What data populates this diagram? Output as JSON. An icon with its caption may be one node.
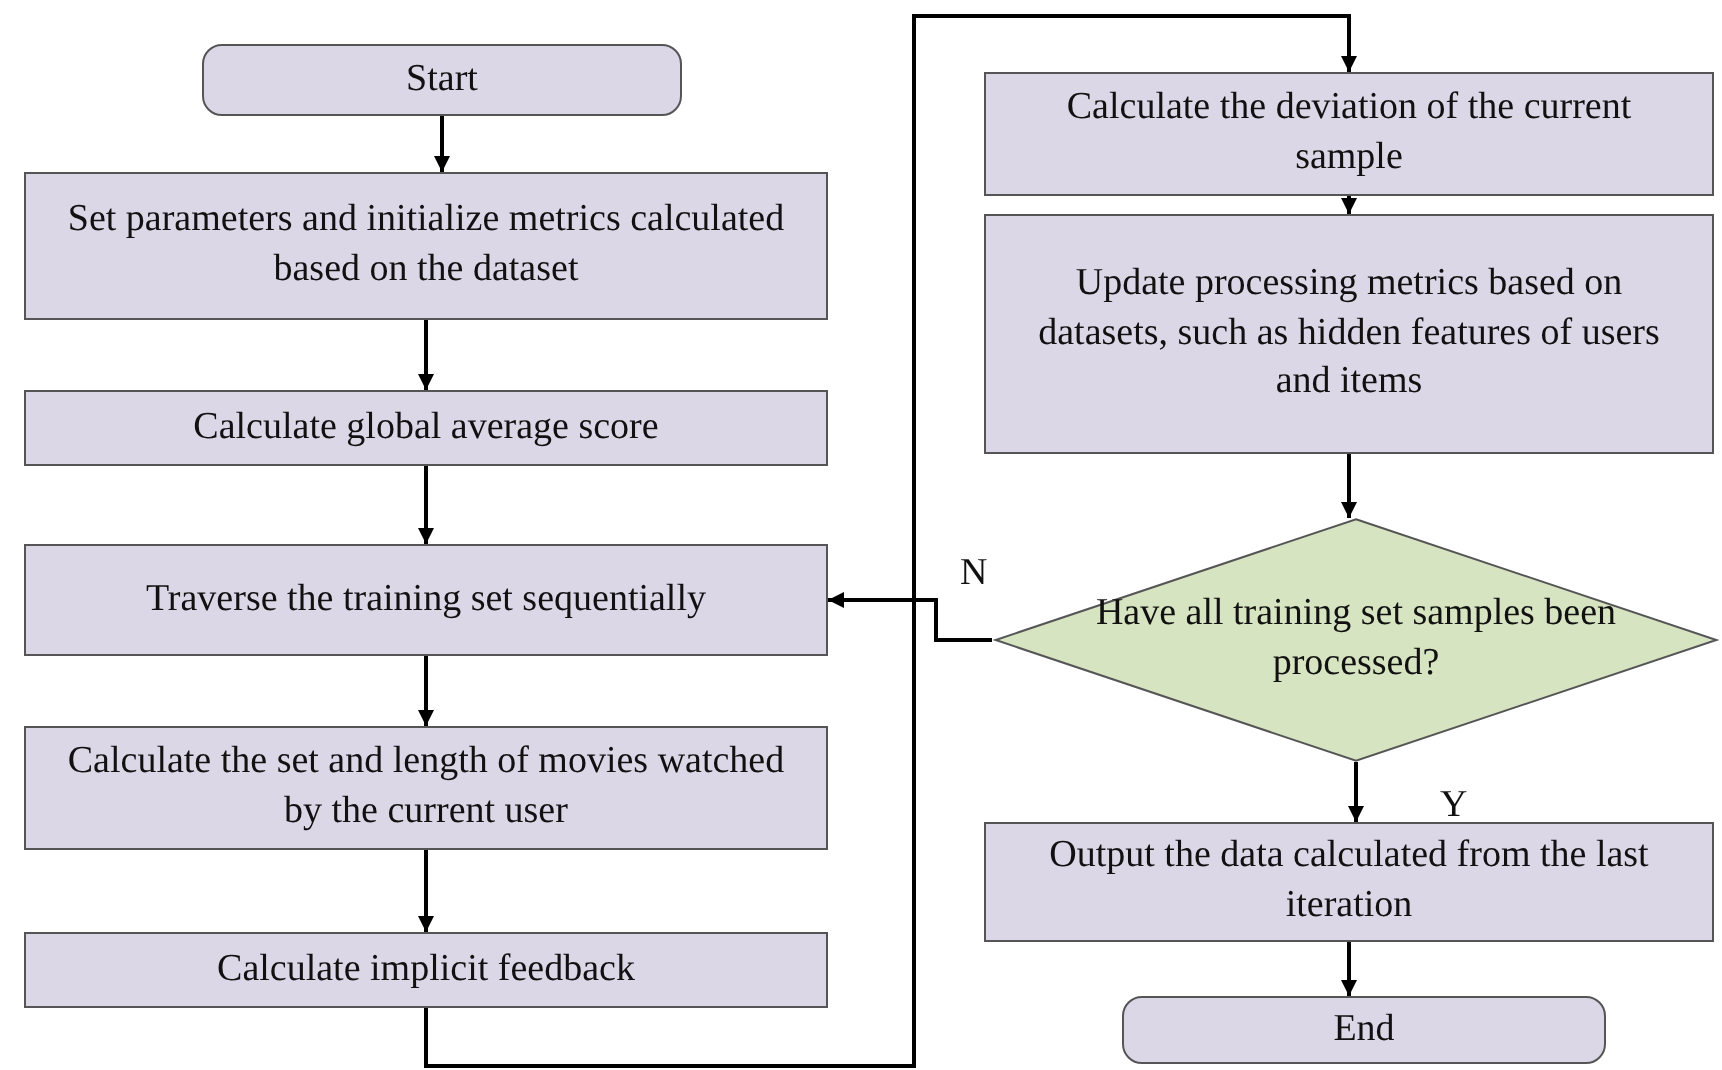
{
  "diagram": {
    "nodes": [
      {
        "text": [
          "Start"
        ]
      },
      {
        "text": [
          "Set parameters and initialize metrics calculated based on the dataset"
        ]
      },
      {
        "text": [
          "Calculate global average score"
        ]
      },
      {
        "text": [
          "Traverse the training set sequentially"
        ]
      },
      {
        "text": [
          "Calculate the set and length of movies watched by the current user"
        ]
      },
      {
        "text": [
          "Calculate implicit feedback"
        ]
      },
      {
        "text": [
          "Calculate the deviation of the current sample"
        ]
      },
      {
        "text": [
          "Update processing metrics based on datasets, such as hidden features of users and items"
        ]
      },
      {
        "text": [
          "Have all training set samples been processed?"
        ]
      },
      {
        "text": [
          "Output the data calculated from the last iteration"
        ]
      },
      {
        "text": [
          "End"
        ]
      }
    ],
    "edges": [
      {
        "from": 0,
        "to": 1,
        "arrow": "to"
      },
      {
        "from": 1,
        "to": 2,
        "arrow": "to"
      },
      {
        "from": 2,
        "to": 3,
        "arrow": "to"
      },
      {
        "from": 3,
        "to": 4,
        "arrow": "to"
      },
      {
        "from": 4,
        "to": 5,
        "arrow": "to"
      },
      {
        "from": 5,
        "to": 6,
        "arrow": "to"
      },
      {
        "from": 6,
        "to": 7,
        "arrow": "to"
      },
      {
        "from": 7,
        "to": 8,
        "arrow": "to"
      },
      {
        "from": 8,
        "to": 3,
        "arrow": "to",
        "label": "N"
      },
      {
        "from": 8,
        "to": 9,
        "arrow": "to",
        "label": "Y"
      },
      {
        "from": 9,
        "to": 10,
        "arrow": "to"
      }
    ]
  }
}
